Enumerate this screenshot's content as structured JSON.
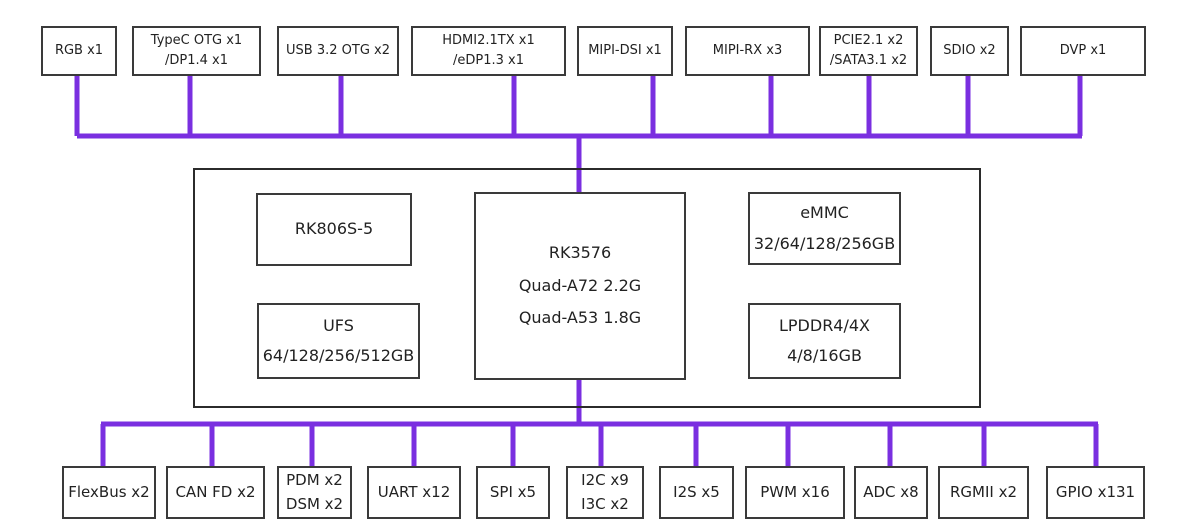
{
  "colors": {
    "bus": "#7a2fe0",
    "border": "#3a3a3a"
  },
  "top_interfaces": [
    {
      "lines": [
        "RGB x1"
      ]
    },
    {
      "lines": [
        "TypeC OTG x1",
        "/DP1.4 x1"
      ]
    },
    {
      "lines": [
        "USB 3.2 OTG x2"
      ]
    },
    {
      "lines": [
        "HDMI2.1TX x1",
        "/eDP1.3 x1"
      ]
    },
    {
      "lines": [
        "MIPI-DSI x1"
      ]
    },
    {
      "lines": [
        "MIPI-RX x3"
      ]
    },
    {
      "lines": [
        "PCIE2.1 x2",
        "/SATA3.1 x2"
      ]
    },
    {
      "lines": [
        "SDIO x2"
      ]
    },
    {
      "lines": [
        "DVP x1"
      ]
    }
  ],
  "core": {
    "pmic": {
      "lines": [
        "RK806S-5"
      ]
    },
    "soc": {
      "lines": [
        "RK3576",
        "Quad-A72 2.2G",
        "Quad-A53 1.8G"
      ]
    },
    "emmc": {
      "lines": [
        "eMMC",
        "32/64/128/256GB"
      ]
    },
    "ufs": {
      "lines": [
        "UFS",
        "64/128/256/512GB"
      ]
    },
    "lpddr": {
      "lines": [
        "LPDDR4/4X",
        "4/8/16GB"
      ]
    }
  },
  "bottom_interfaces": [
    {
      "lines": [
        "FlexBus x2"
      ]
    },
    {
      "lines": [
        "CAN FD x2"
      ]
    },
    {
      "lines": [
        "PDM x2",
        "DSM x2"
      ]
    },
    {
      "lines": [
        "UART x12"
      ]
    },
    {
      "lines": [
        "SPI x5"
      ]
    },
    {
      "lines": [
        "I2C x9",
        "I3C x2"
      ]
    },
    {
      "lines": [
        "I2S x5"
      ]
    },
    {
      "lines": [
        "PWM x16"
      ]
    },
    {
      "lines": [
        "ADC x8"
      ]
    },
    {
      "lines": [
        "RGMII x2"
      ]
    },
    {
      "lines": [
        "GPIO x131"
      ]
    }
  ]
}
